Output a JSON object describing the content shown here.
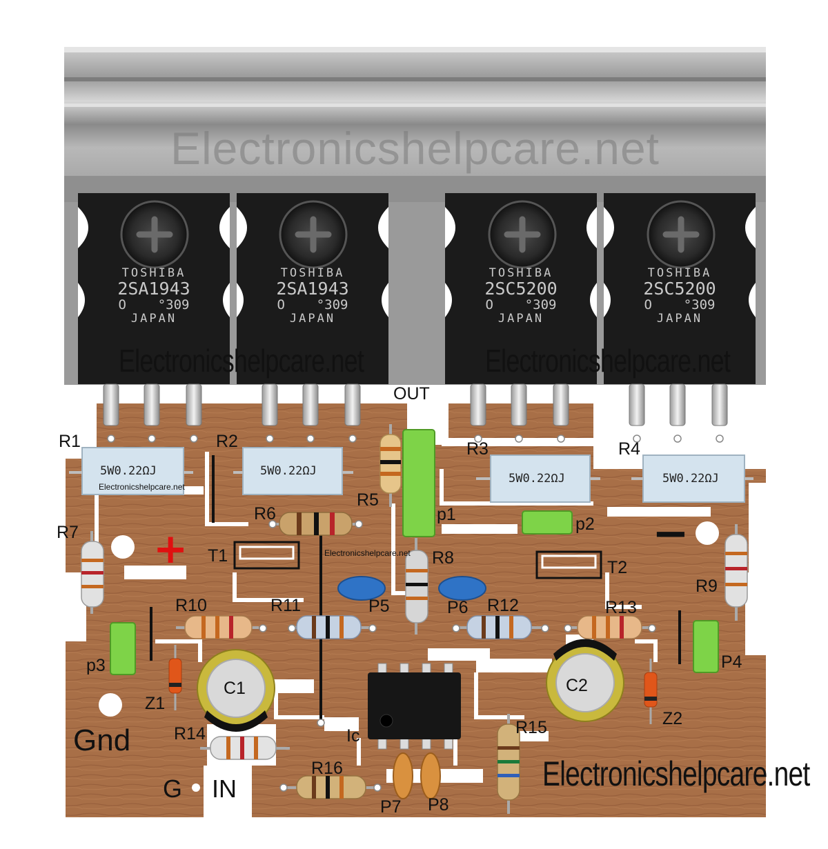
{
  "watermark": "Electronicshelpcare.net",
  "transistors": [
    {
      "brand": "TOSHIBA",
      "part": "2SA1943",
      "code1": "O",
      "code2": "309",
      "origin": "JAPAN"
    },
    {
      "brand": "TOSHIBA",
      "part": "2SA1943",
      "code1": "O",
      "code2": "309",
      "origin": "JAPAN"
    },
    {
      "brand": "TOSHIBA",
      "part": "2SC5200",
      "code1": "O",
      "code2": "309",
      "origin": "JAPAN"
    },
    {
      "brand": "TOSHIBA",
      "part": "2SC5200",
      "code1": "O",
      "code2": "309",
      "origin": "JAPAN"
    }
  ],
  "power_resistor_marking": "5W0.22ΩJ",
  "labels": {
    "out": "OUT",
    "r1": "R1",
    "r2": "R2",
    "r3": "R3",
    "r4": "R4",
    "r5": "R5",
    "r6": "R6",
    "r7": "R7",
    "r8": "R8",
    "r9": "R9",
    "r10": "R10",
    "r11": "R11",
    "r12": "R12",
    "r13": "R13",
    "r14": "R14",
    "r15": "R15",
    "r16": "R16",
    "p1": "p1",
    "p2": "p2",
    "p3": "p3",
    "p4": "P4",
    "p5": "P5",
    "p6": "P6",
    "p7": "P7",
    "p8": "P8",
    "t1": "T1",
    "t2": "T2",
    "c1": "C1",
    "c2": "C2",
    "z1": "Z1",
    "z2": "Z2",
    "ic": "Ic",
    "gnd": "Gnd",
    "g": "G",
    "in": "IN",
    "plus": "+",
    "minus": "−"
  },
  "colors": {
    "board": "#a06a44",
    "copper": "#b5784e",
    "heatsink": "#9b9b9b",
    "transistor": "#1c1c1c",
    "power_resistor": "#d3e2ec",
    "green_component": "#7ed348",
    "blue_cap": "#2f73c6",
    "orange_cap": "#d9913f",
    "electrolytic_ring": "#c9b93d",
    "ic_body": "#161616"
  }
}
